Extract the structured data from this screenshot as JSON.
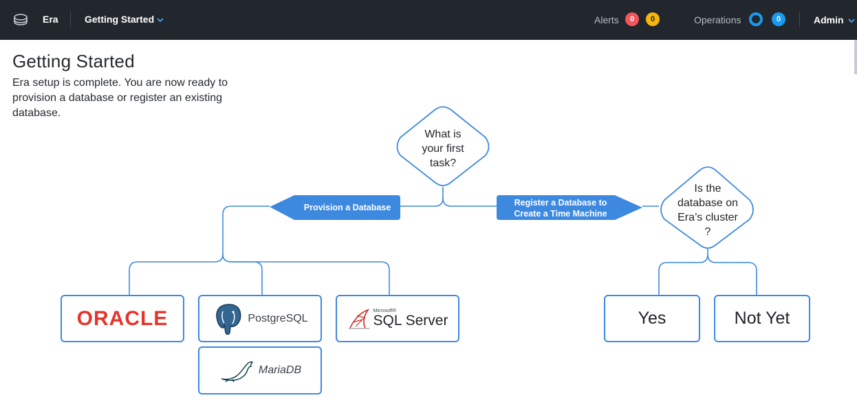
{
  "topbar": {
    "app_name": "Era",
    "nav_title": "Getting Started",
    "alerts_label": "Alerts",
    "alerts_critical": "0",
    "alerts_warning": "0",
    "operations_label": "Operations",
    "operations_count": "0",
    "user_name": "Admin",
    "colors": {
      "bar": "#22272e",
      "red": "#f2565b",
      "yellow": "#f6b60b",
      "blue": "#1a9af0"
    }
  },
  "page": {
    "title": "Getting Started",
    "description": "Era setup is complete. You are now ready to provision a database or register an existing database."
  },
  "flow": {
    "question_main": "What is\nyour first\ntask?",
    "option_provision": "Provision a Database",
    "option_register": "Register a Database to\nCreate a Time Machine",
    "question_cluster": "Is the\ndatabase on\nEra’s cluster\n?",
    "engines": {
      "oracle": "ORACLE",
      "postgres": "PostgreSQL",
      "sqlserver_small": "Microsoft®",
      "sqlserver": "SQL Server",
      "mariadb": "MariaDB"
    },
    "answer_yes": "Yes",
    "answer_not_yet": "Not Yet",
    "colors": {
      "line": "#3d89e0",
      "pill": "#3d89e0",
      "oracle": "#e3352b"
    }
  }
}
